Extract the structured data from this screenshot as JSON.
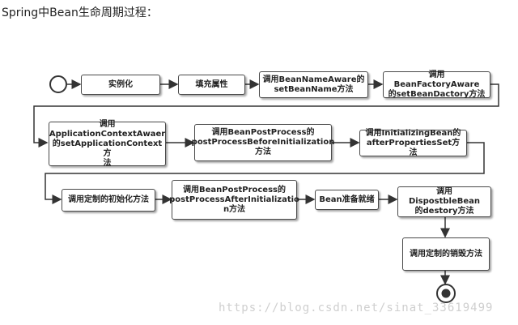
{
  "title": "Spring中Bean生命周期过程：",
  "steps": {
    "s1": "实例化",
    "s2": "填充属性",
    "s3": "调用BeanNameAware的\nsetBeanName方法",
    "s4": "调用BeanFactoryAware\n的setBeanDactory方法",
    "s5": "调用\nApplicationContextAwaer\n的setApplicationContext方\n法",
    "s6": "调用BeanPostProcess的\npostProcessBeforeInitialization\n方法",
    "s7": "调用InitializingBean的\nafterPropertiesSet方法",
    "s8": "调用定制的初始化方法",
    "s9": "调用BeanPostProcess的\npostProcessAfterInitializatio\nn方法",
    "s10": "Bean准备就绪",
    "s11": "调用DispostbleBean\n的destory方法",
    "s12": "调用定制的销毁方法"
  },
  "watermark": "https://blog.csdn.net/sinat_33619499"
}
